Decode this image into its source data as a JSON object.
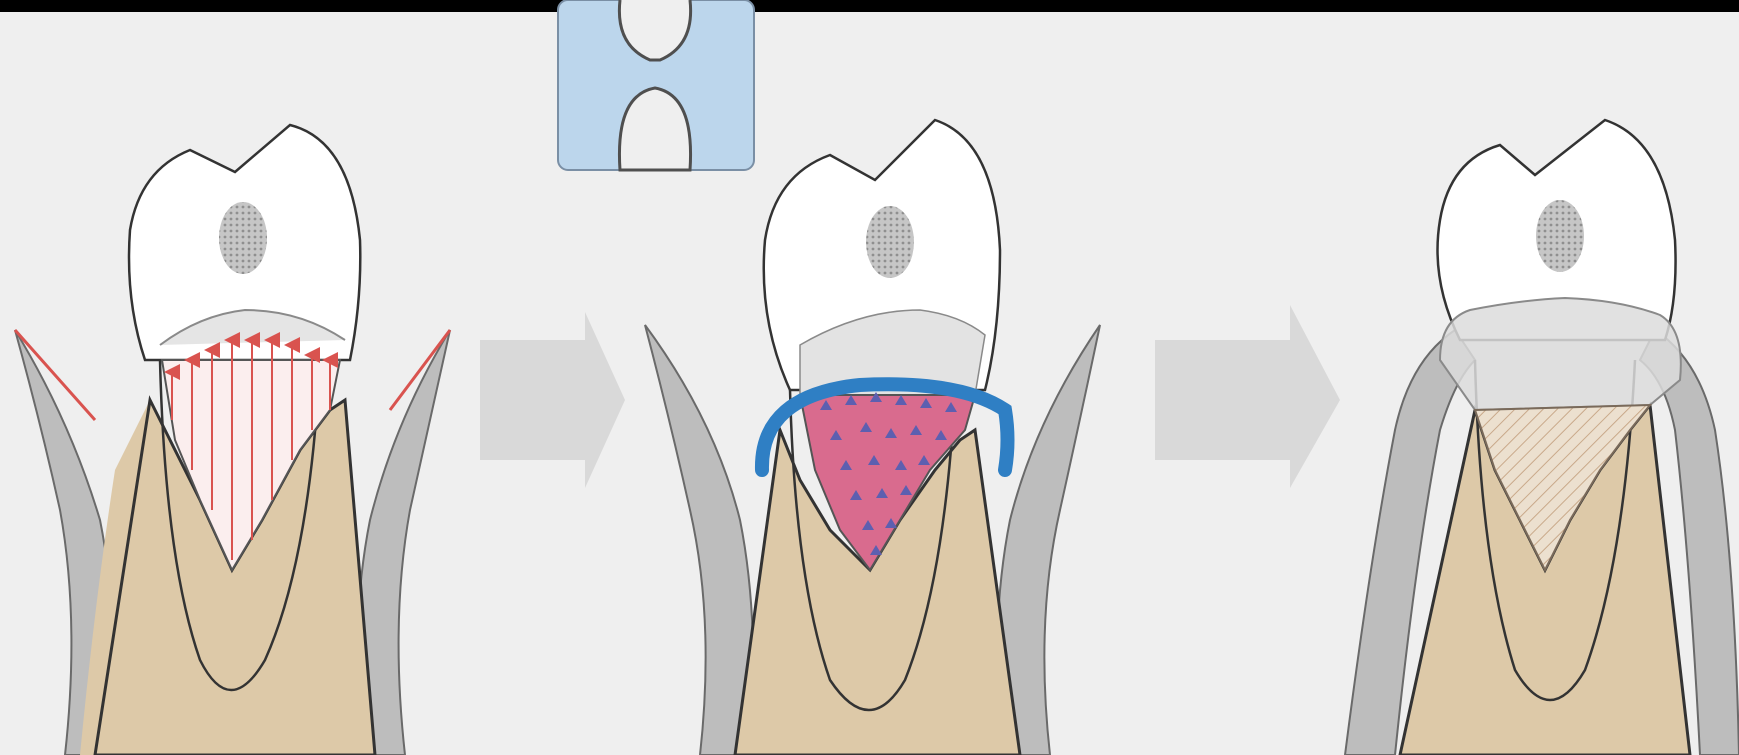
{
  "figure": {
    "panels": [
      {
        "stage": "defect",
        "features": [
          "bony-defect",
          "red-arrows",
          "flap-margins"
        ]
      },
      {
        "stage": "membrane-and-graft",
        "features": [
          "barrier-membrane",
          "graft-particles"
        ]
      },
      {
        "stage": "healed",
        "features": [
          "regenerated-bone"
        ]
      }
    ],
    "arrows": 2,
    "inset": "membrane-icon"
  },
  "colors": {
    "background": "#efefef",
    "bone": "#ddc9a8",
    "gum": "#bdbdbd",
    "enamel": "#ffffff",
    "pulp": "#9a9a9a",
    "defect_lines": "#d9534f",
    "graft_fill": "#d96b8e",
    "graft_particles": "#5d5fb0",
    "membrane": "#2f7fc4",
    "arrow": "#d9d9d9",
    "inset": "#bcd6ec"
  }
}
